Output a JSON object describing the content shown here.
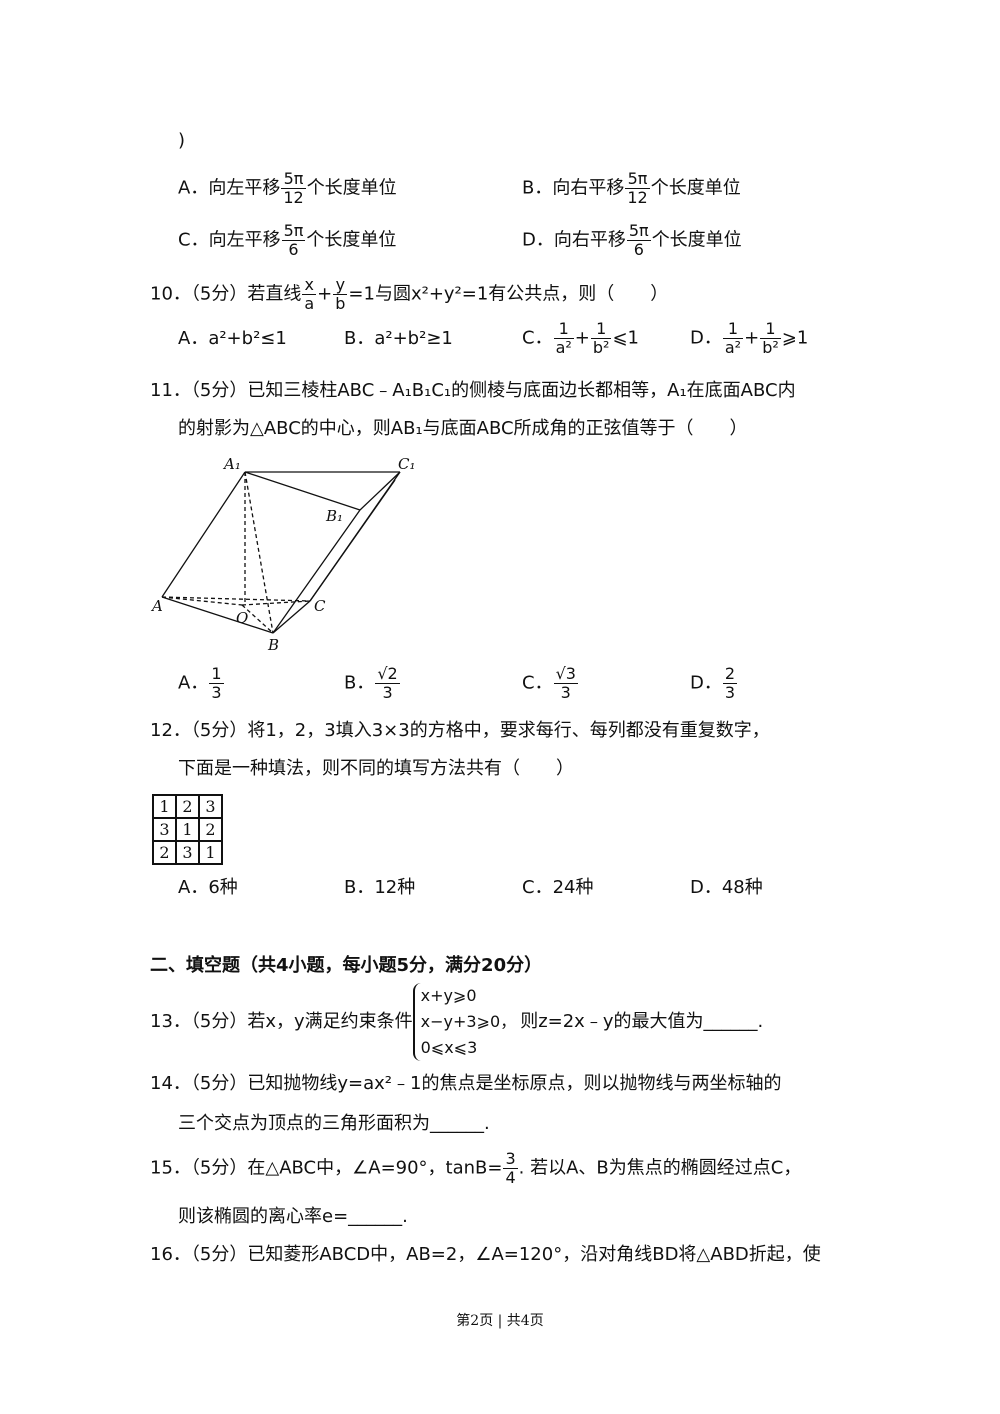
{
  "q9_tail": ")",
  "q9": {
    "A": {
      "prefix": "A．向左平移",
      "num": "5π",
      "den": "12",
      "suffix": "个长度单位"
    },
    "B": {
      "prefix": "B．向右平移",
      "num": "5π",
      "den": "12",
      "suffix": "个长度单位"
    },
    "C": {
      "prefix": "C．向左平移",
      "num": "5π",
      "den": "6",
      "suffix": "个长度单位"
    },
    "D": {
      "prefix": "D．向右平移",
      "num": "5π",
      "den": "6",
      "suffix": "个长度单位"
    }
  },
  "q10": {
    "prefix": "10．（5分）若直线",
    "f1n": "x",
    "f1d": "a",
    "plus": "+",
    "f2n": "y",
    "f2d": "b",
    "suffix": "=1与圆x²+y²=1有公共点，则（　　）",
    "A": "A．a²+b²≤1",
    "B": "B．a²+b²≥1",
    "C_label": "C．",
    "C_rel": "⩽1",
    "D_label": "D．",
    "D_rel": "⩾1",
    "one": "1",
    "a2": "a²",
    "b2": "b²"
  },
  "q11": {
    "line1": "11．（5分）已知三棱柱ABC﹣A₁B₁C₁的侧棱与底面边长都相等，A₁在底面ABC内",
    "line2": "的射影为△ABC的中心，则AB₁与底面ABC所成角的正弦值等于（　　）",
    "figure_labels": {
      "A1": "A₁",
      "C1": "C₁",
      "B1": "B₁",
      "A": "A",
      "O": "O",
      "C": "C",
      "B": "B"
    },
    "A_label": "A．",
    "A_n": "1",
    "A_d": "3",
    "B_label": "B．",
    "B_n": "√2",
    "B_d": "3",
    "C_label": "C．",
    "C_n": "√3",
    "C_d": "3",
    "D_label": "D．",
    "D_n": "2",
    "D_d": "3"
  },
  "q12": {
    "line1": "12．（5分）将1，2，3填入3×3的方格中，要求每行、每列都没有重复数字，",
    "line2": "下面是一种填法，则不同的填写方法共有（　　）",
    "grid": [
      [
        "1",
        "2",
        "3"
      ],
      [
        "3",
        "1",
        "2"
      ],
      [
        "2",
        "3",
        "1"
      ]
    ],
    "A": "A．6种",
    "B": "B．12种",
    "C": "C．24种",
    "D": "D．48种"
  },
  "section2": "二、填空题（共4小题，每小题5分，满分20分）",
  "q13": {
    "prefix": "13．（5分）若x，y满足约束条件",
    "c1": "x+y⩾0",
    "c2": "x−y+3⩾0，",
    "c3": "0⩽x⩽3",
    "suffix": "则z=2x﹣y的最大值为______."
  },
  "q14": {
    "line1": "14．（5分）已知抛物线y=ax²﹣1的焦点是坐标原点，则以抛物线与两坐标轴的",
    "line2": "三个交点为顶点的三角形面积为______."
  },
  "q15": {
    "prefix": "15．（5分）在△ABC中，∠A=90°，tanB=",
    "n": "3",
    "d": "4",
    "suffix": ". 若以A、B为焦点的椭圆经过点C，",
    "line2": "则该椭圆的离心率e=______."
  },
  "q16": {
    "line1": "16．（5分）已知菱形ABCD中，AB=2，∠A=120°，沿对角线BD将△ABD折起，使"
  },
  "footer": "第2页 | 共4页"
}
